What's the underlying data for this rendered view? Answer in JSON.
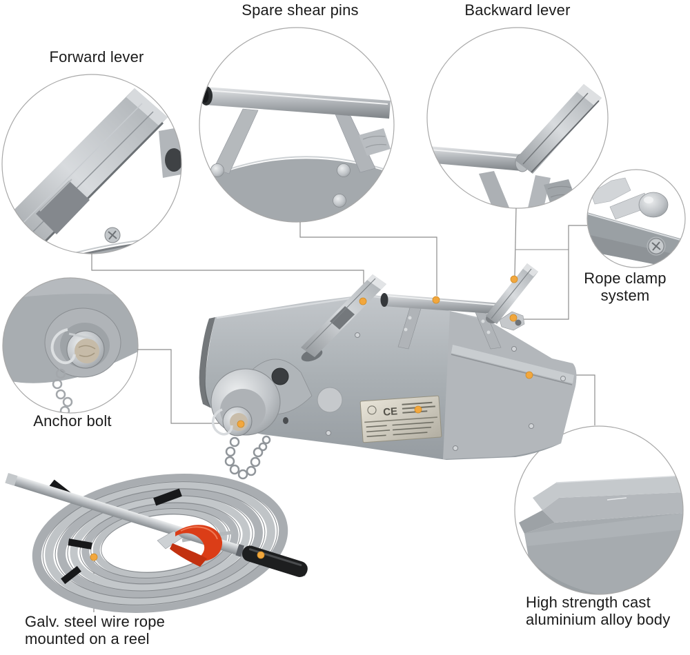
{
  "figure": {
    "background": "#ffffff",
    "accent_marker_color": "#f2a73d",
    "leader_line_color": "#8c8c8c",
    "circle_outline_color": "#a8a8a8",
    "label_color": "#1a1a1a",
    "hook_color": "#db3d17"
  },
  "callouts": {
    "forward_lever": {
      "label": "Forward lever"
    },
    "spare_shear_pins": {
      "label": "Spare shear pins"
    },
    "backward_lever": {
      "label": "Backward lever"
    },
    "rope_clamp": {
      "label": "Rope clamp system"
    },
    "anchor_bolt": {
      "label": "Anchor bolt"
    },
    "wire_rope_reel": {
      "label": "Galv. steel wire rope mounted on a reel"
    },
    "alloy_body": {
      "label": "High strength cast aluminium alloy body"
    }
  },
  "product": {
    "plate_ce_mark": "CE"
  }
}
